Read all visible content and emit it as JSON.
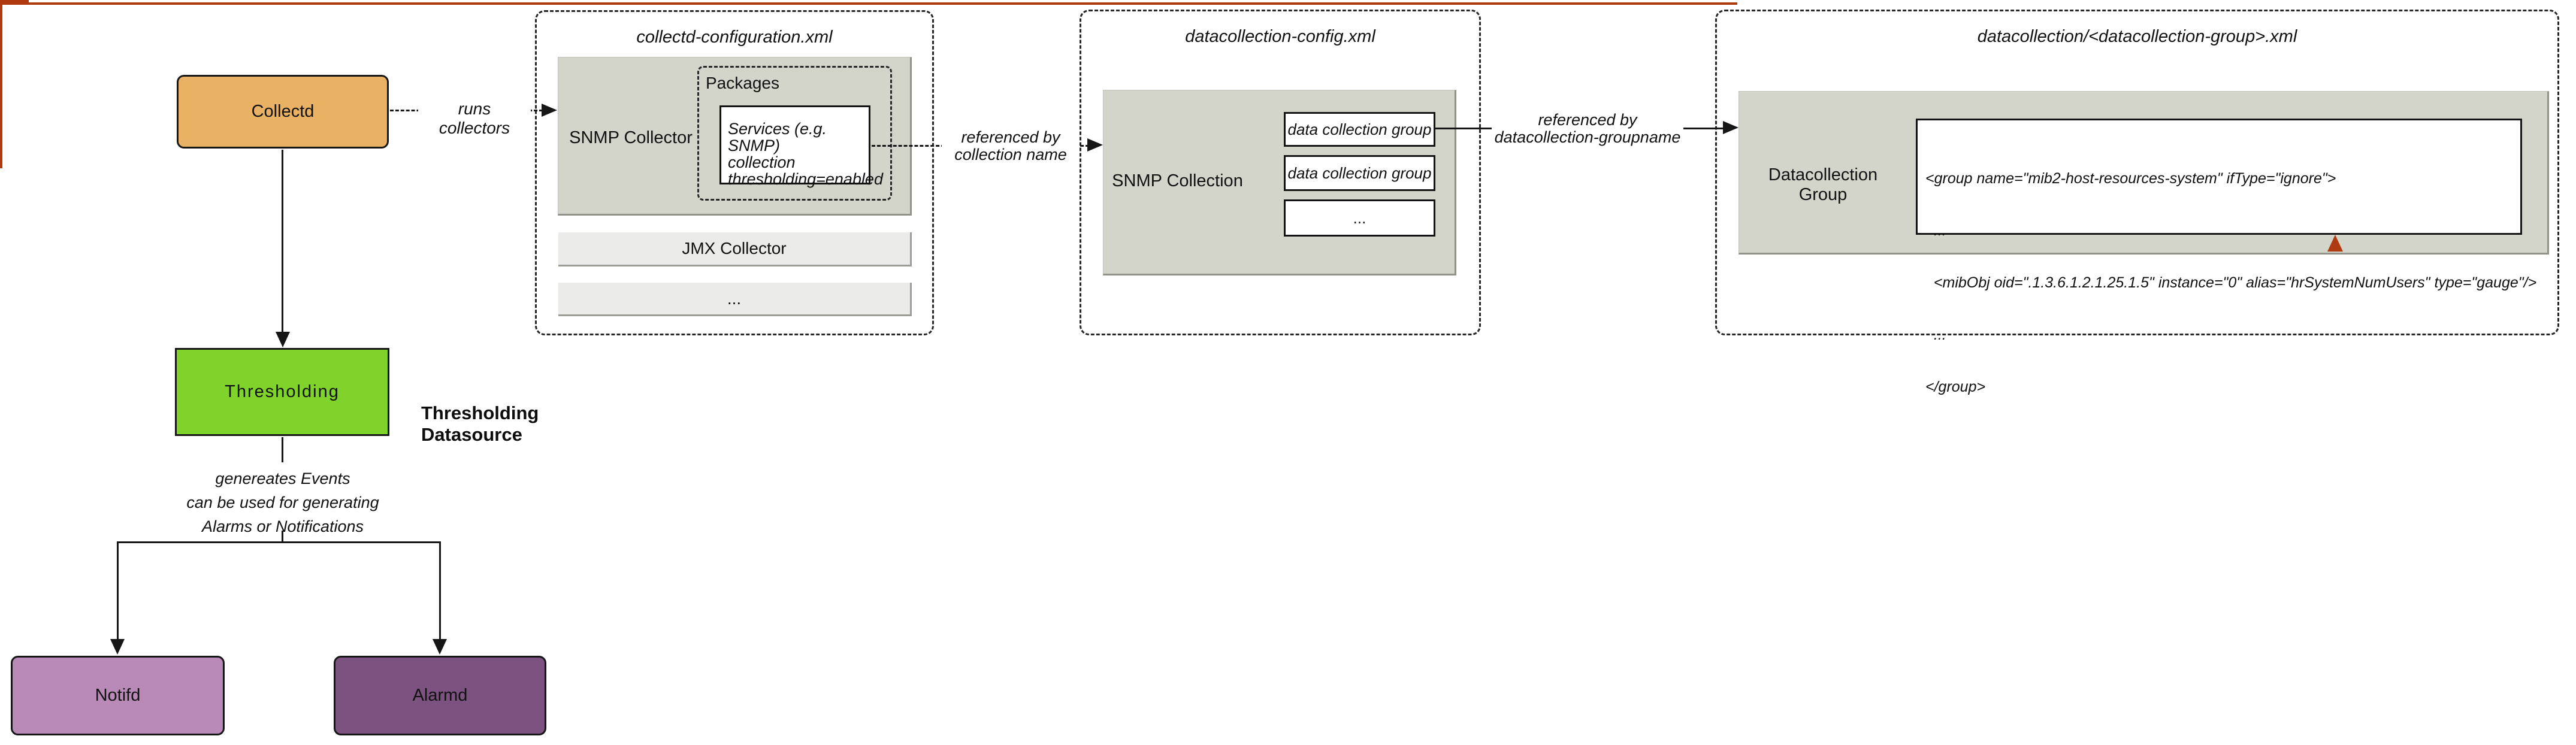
{
  "diagram": {
    "nodes": {
      "collectd": {
        "label": "Collectd",
        "fill": "#e9b164"
      },
      "thresholding": {
        "label": "Thresholding",
        "fill": "#7fd32b"
      },
      "notifd": {
        "label": "Notifd",
        "fill": "#b98ab8"
      },
      "alarmd": {
        "label": "Alarmd",
        "fill": "#7b5280"
      }
    },
    "containers": {
      "collectd_configuration": {
        "title": "collectd-configuration.xml",
        "snmp_collector": {
          "label": "SNMP Collector"
        },
        "packages": {
          "label": "Packages"
        },
        "services": {
          "line1": "Services (e.g. SNMP)",
          "line2": "collection",
          "line3": "thresholding=enabled"
        },
        "jmx_collector": {
          "label": "JMX Collector"
        },
        "more": {
          "label": "..."
        }
      },
      "datacollection_config": {
        "title": "datacollection-config.xml",
        "snmp_collection": {
          "label": "SNMP Collection"
        },
        "groups": [
          {
            "label": "data collection group"
          },
          {
            "label": "data collection group"
          },
          {
            "label": "..."
          }
        ]
      },
      "datacollection_group_file": {
        "title": "datacollection/<datacollection-group>.xml",
        "datacollection_group": {
          "label": "Datacollection Group"
        },
        "xml": {
          "line1": "<group name=\"mib2-host-resources-system\" ifType=\"ignore\">",
          "line2": "  ...",
          "line3": "  <mibObj oid=\".1.3.6.1.2.1.25.1.5\" instance=\"0\" alias=\"hrSystemNumUsers\" type=\"gauge\"/>",
          "line4": "  ...",
          "line5": "</group>"
        }
      }
    },
    "edges": {
      "runs_collectors": {
        "label": "runs collectors"
      },
      "referenced_by_collection": {
        "line1": "referenced by",
        "line2": "collection name"
      },
      "referenced_by_groupname": {
        "line1": "referenced by",
        "line2": "datacollection-groupname"
      },
      "thresholding_datasource": {
        "label": "Thresholding Datasource",
        "color": "#b03a10"
      },
      "generates": {
        "line1": "genereates Events",
        "line2": "can be used for generating",
        "line3": "Alarms or Notifications"
      }
    }
  }
}
